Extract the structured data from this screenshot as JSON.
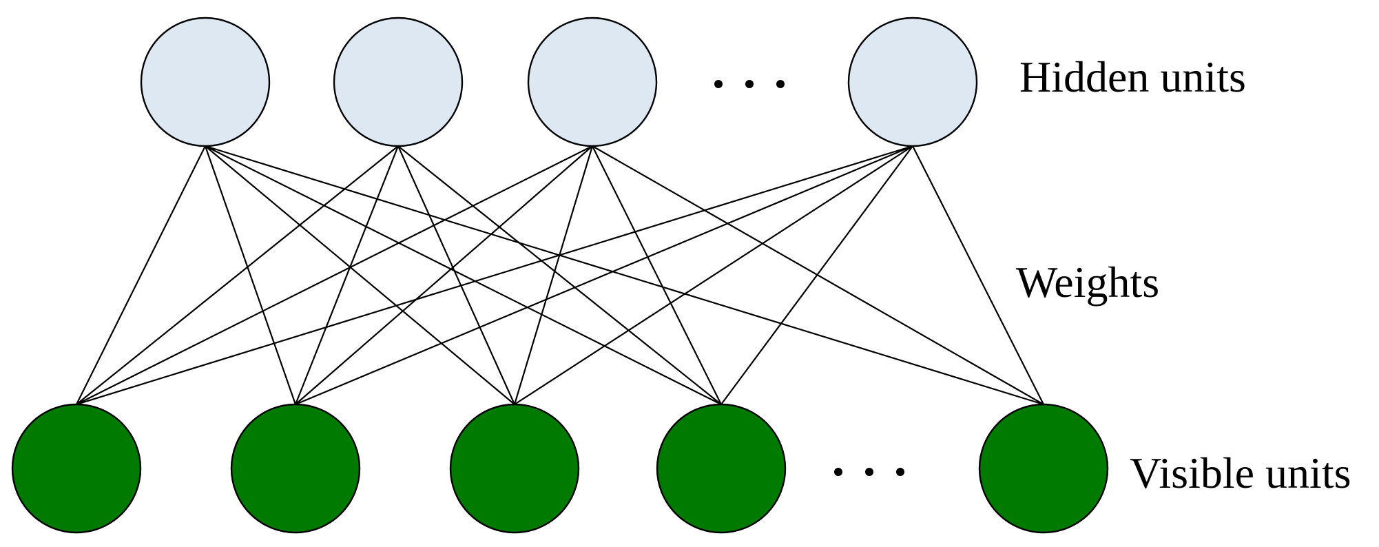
{
  "labels": {
    "hidden": "Hidden units",
    "weights": "Weights",
    "visible": "Visible units"
  },
  "colors": {
    "hidden_fill": "#dde8f3",
    "visible_fill": "#007a00",
    "stroke": "#000000"
  },
  "network": {
    "hidden_count_shown": 4,
    "visible_count_shown": 5,
    "connections": [
      [
        0,
        0
      ],
      [
        0,
        1
      ],
      [
        0,
        2
      ],
      [
        0,
        3
      ],
      [
        0,
        4
      ],
      [
        1,
        0
      ],
      [
        1,
        1
      ],
      [
        1,
        2
      ],
      [
        1,
        3
      ],
      [
        2,
        0
      ],
      [
        2,
        1
      ],
      [
        2,
        2
      ],
      [
        2,
        3
      ],
      [
        2,
        4
      ],
      [
        3,
        0
      ],
      [
        3,
        1
      ],
      [
        3,
        2
      ],
      [
        3,
        3
      ],
      [
        3,
        4
      ]
    ]
  }
}
